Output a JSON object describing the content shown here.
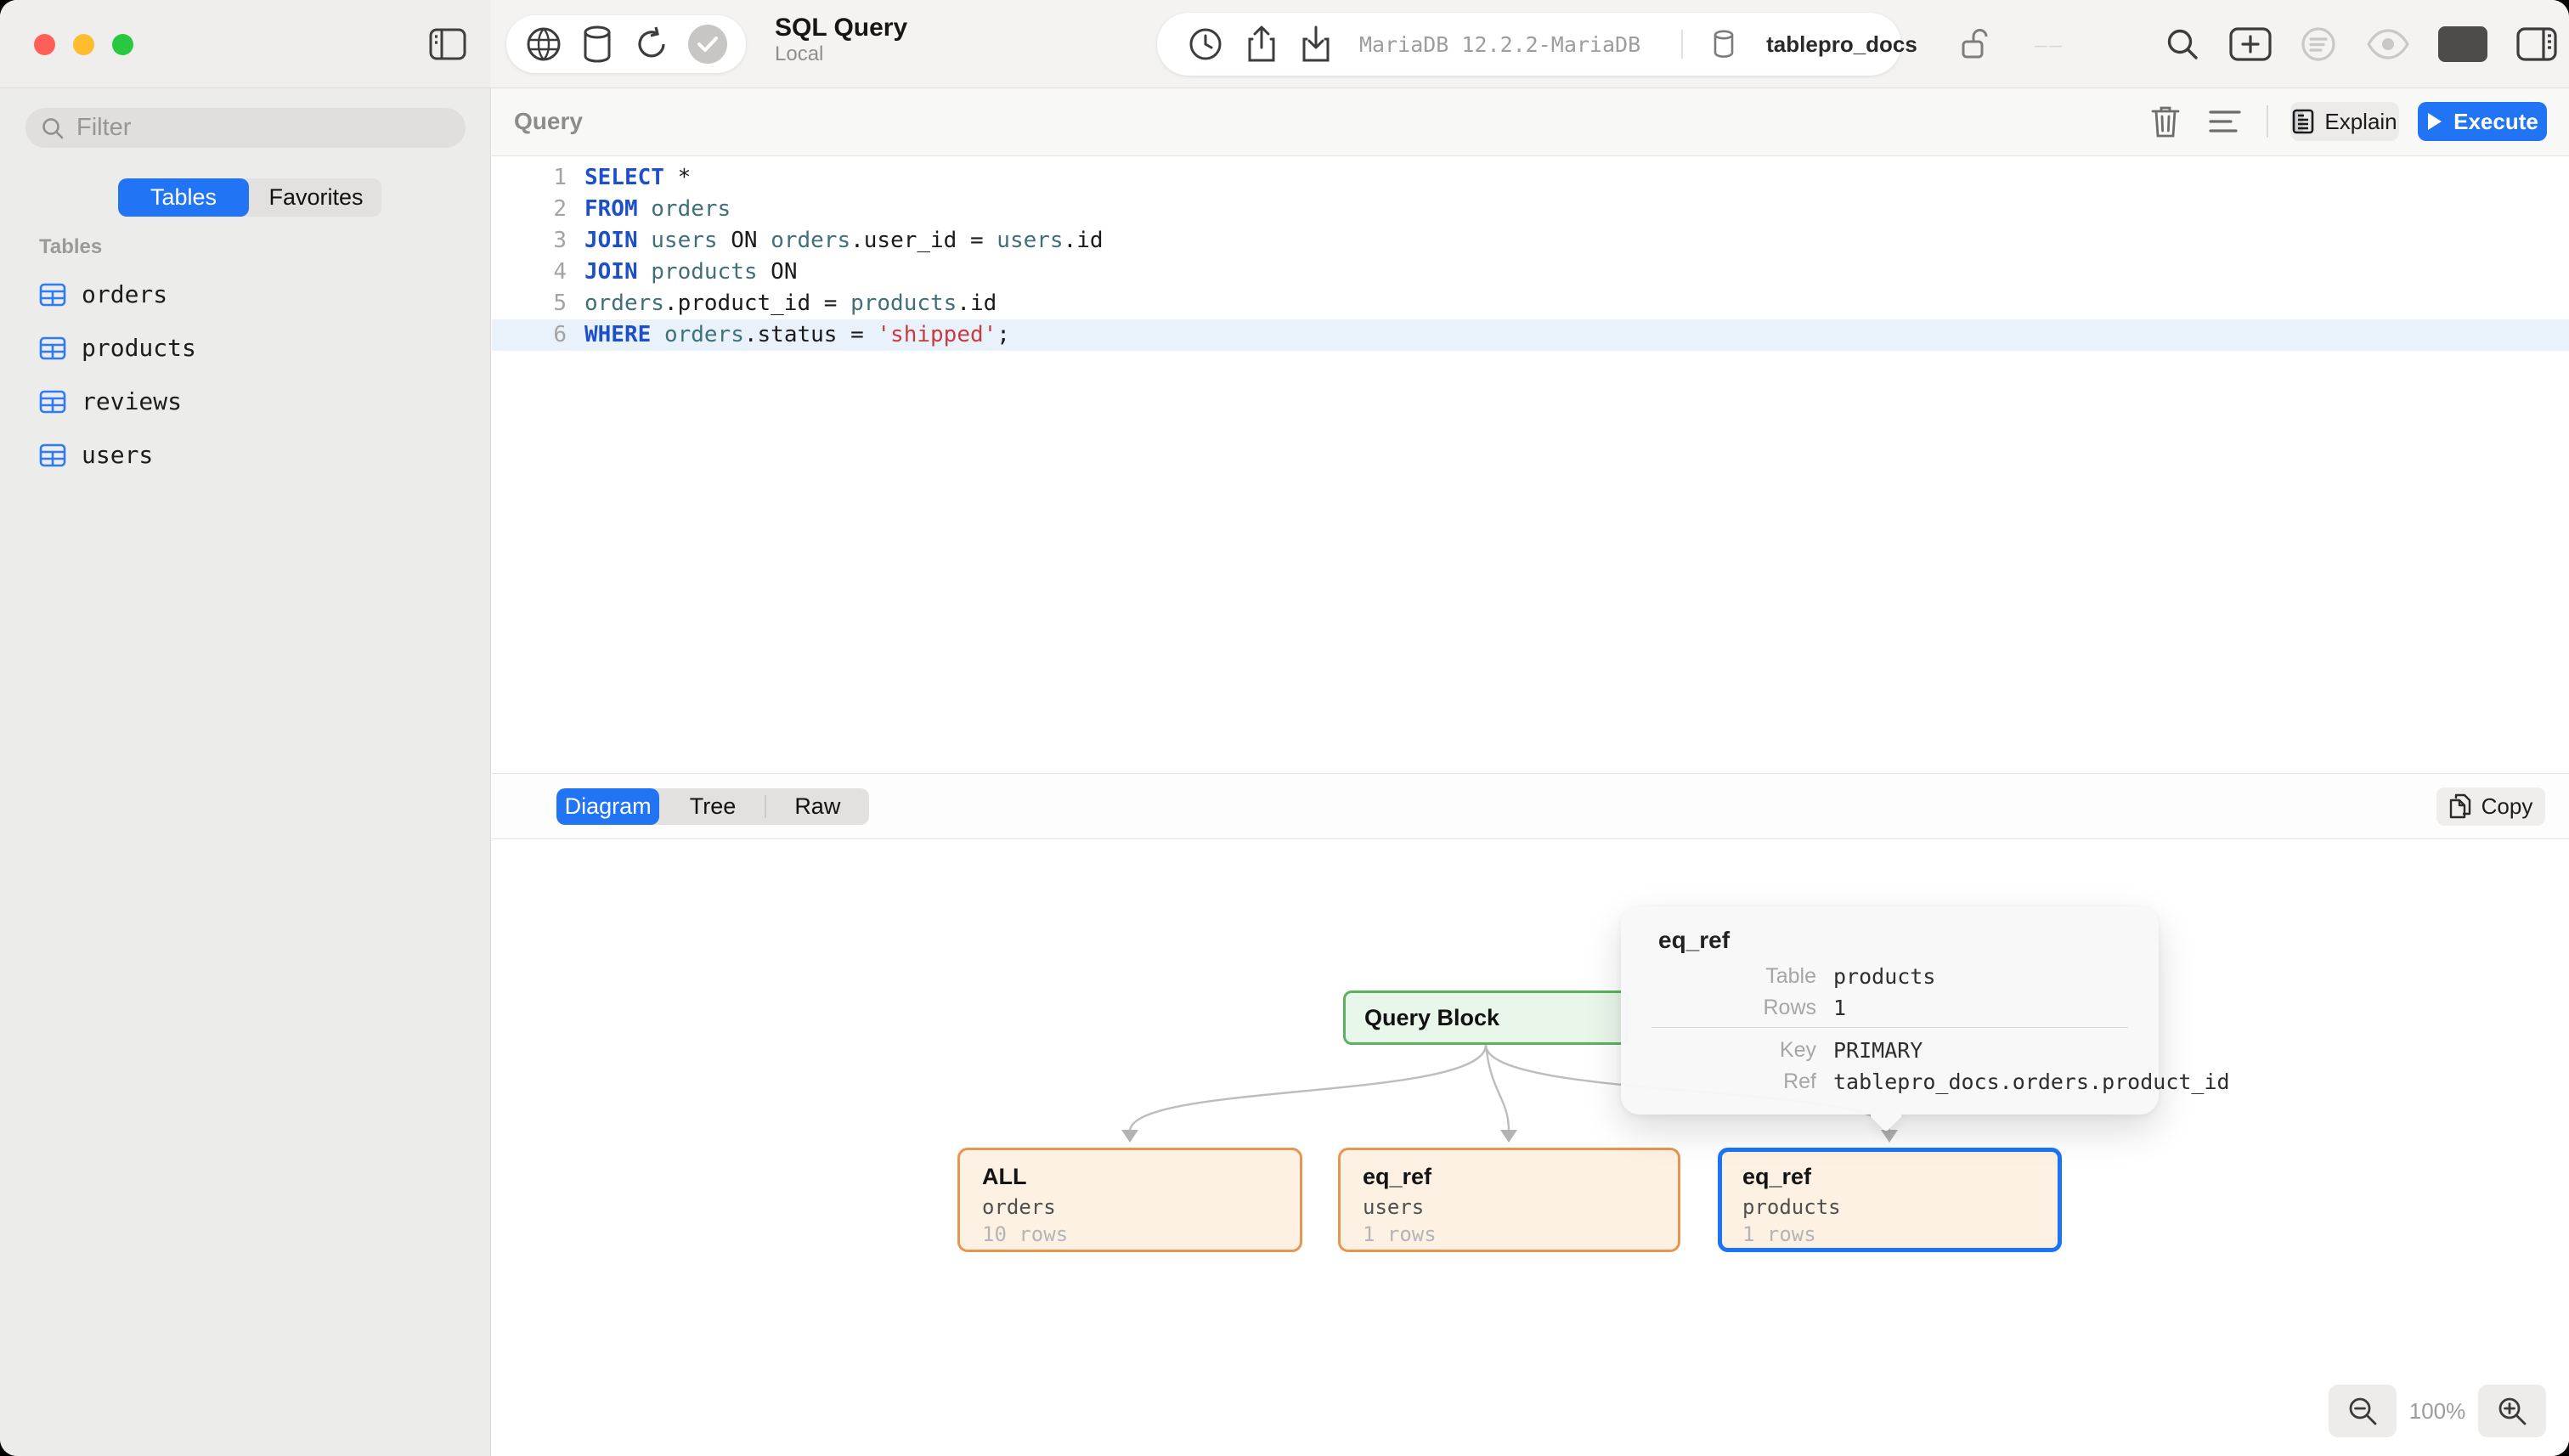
{
  "window": {
    "traffic_lights": [
      "close",
      "minimize",
      "zoom"
    ],
    "traffic_colors": {
      "close": "#ff5f57",
      "minimize": "#febc2e",
      "zoom": "#28c840"
    }
  },
  "toolbar": {
    "title": "SQL Query",
    "subtitle": "Local",
    "connection": {
      "server": "MariaDB 12.2.2-MariaDB",
      "database": "tablepro_docs",
      "dash": "––"
    },
    "icons_left": [
      "sidebar-toggle",
      "globe",
      "database",
      "refresh",
      "check-badge"
    ],
    "icons_conn": [
      "history-clock",
      "share-up",
      "import-down",
      "database-small",
      "unlock"
    ],
    "icons_right": [
      "search",
      "new-tab-plus",
      "filter-circle",
      "eye",
      "editor-view",
      "right-panel"
    ]
  },
  "sidebar": {
    "filter_placeholder": "Filter",
    "segments": [
      "Tables",
      "Favorites"
    ],
    "selected_segment": "Tables",
    "section_label": "Tables",
    "tables": [
      "orders",
      "products",
      "reviews",
      "users"
    ]
  },
  "query": {
    "panel_title": "Query",
    "explain_label": "Explain",
    "execute_label": "Execute",
    "lines": [
      {
        "no": "1",
        "active": false,
        "tokens": [
          {
            "t": "SELECT",
            "c": "kw"
          },
          {
            "t": " *",
            "c": "pl"
          }
        ]
      },
      {
        "no": "2",
        "active": false,
        "tokens": [
          {
            "t": "FROM",
            "c": "kw"
          },
          {
            "t": " ",
            "c": "pl"
          },
          {
            "t": "orders",
            "c": "tbl"
          }
        ]
      },
      {
        "no": "3",
        "active": false,
        "tokens": [
          {
            "t": "JOIN",
            "c": "kw"
          },
          {
            "t": " ",
            "c": "pl"
          },
          {
            "t": "users",
            "c": "tbl"
          },
          {
            "t": " ON ",
            "c": "pl"
          },
          {
            "t": "orders",
            "c": "tbl"
          },
          {
            "t": ".user_id = ",
            "c": "pl"
          },
          {
            "t": "users",
            "c": "tbl"
          },
          {
            "t": ".id",
            "c": "pl"
          }
        ]
      },
      {
        "no": "4",
        "active": false,
        "tokens": [
          {
            "t": "JOIN",
            "c": "kw"
          },
          {
            "t": " ",
            "c": "pl"
          },
          {
            "t": "products",
            "c": "tbl"
          },
          {
            "t": " ON",
            "c": "pl"
          }
        ]
      },
      {
        "no": "5",
        "active": false,
        "tokens": [
          {
            "t": "orders",
            "c": "tbl"
          },
          {
            "t": ".product_id = ",
            "c": "pl"
          },
          {
            "t": "products",
            "c": "tbl"
          },
          {
            "t": ".id",
            "c": "pl"
          }
        ]
      },
      {
        "no": "6",
        "active": true,
        "tokens": [
          {
            "t": "WHERE",
            "c": "kw"
          },
          {
            "t": " ",
            "c": "pl"
          },
          {
            "t": "orders",
            "c": "tbl"
          },
          {
            "t": ".status = ",
            "c": "pl"
          },
          {
            "t": "'shipped'",
            "c": "str"
          },
          {
            "t": ";",
            "c": "pl"
          }
        ]
      }
    ]
  },
  "results": {
    "tabs": [
      "Diagram",
      "Tree",
      "Raw"
    ],
    "active_tab": "Diagram",
    "copy_label": "Copy"
  },
  "diagram": {
    "root_label": "Query Block",
    "nodes": [
      {
        "title": "ALL",
        "table": "orders",
        "rows": "10 rows",
        "selected": false
      },
      {
        "title": "eq_ref",
        "table": "users",
        "rows": "1 rows",
        "selected": false
      },
      {
        "title": "eq_ref",
        "table": "products",
        "rows": "1 rows",
        "selected": true
      }
    ],
    "tooltip": {
      "title": "eq_ref",
      "info_rows": [
        {
          "label": "Table",
          "value": "products"
        },
        {
          "label": "Rows",
          "value": "1"
        }
      ],
      "key_rows": [
        {
          "label": "Key",
          "value": "PRIMARY"
        },
        {
          "label": "Ref",
          "value": "tablepro_docs.orders.product_id"
        }
      ]
    },
    "zoom_level": "100%"
  },
  "colors": {
    "accent_blue": "#2174f3",
    "keyword_blue": "#1d50c8",
    "identifier_teal": "#3f707a",
    "string_red": "#c93b3e",
    "node_fill": "#fdf1e4",
    "node_border_orange": "#e8954f",
    "node_border_selected": "#1b74f6",
    "query_block_fill": "#e9f7eb",
    "query_block_border": "#5ab261",
    "active_line": "#e9f1fa"
  }
}
